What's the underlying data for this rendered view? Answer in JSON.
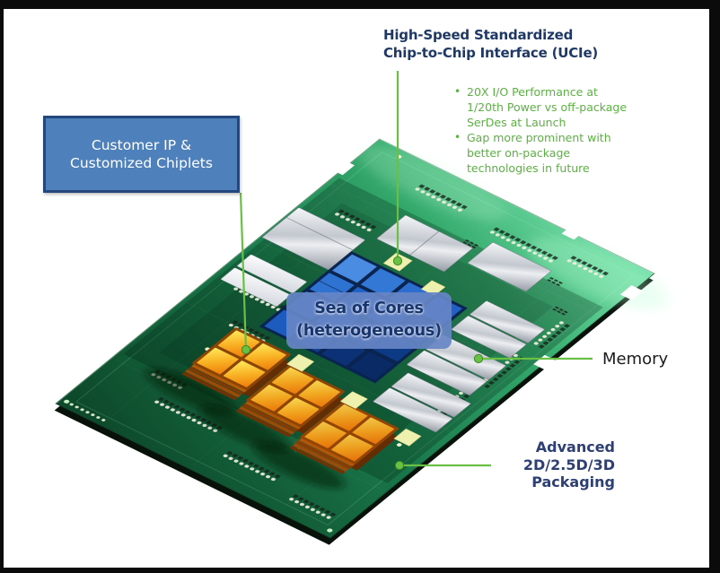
{
  "canvas": {
    "background": "#ffffff",
    "frame_color": "#0b0b0b"
  },
  "callouts": {
    "line_color": "#6abf45",
    "ucie": {
      "title": "High-Speed Standardized\nChip-to-Chip Interface (UCIe)",
      "title_color": "#1f3864",
      "bullet_marker": "•",
      "bullet_color": "#5cb043",
      "bullets": [
        "20X I/O Performance at\n1/20th Power vs off-package\nSerDes at Launch",
        "Gap more prominent with\nbetter on-package\ntechnologies in future"
      ]
    },
    "customer": {
      "label": "Customer IP &\nCustomized Chiplets",
      "box_fill": "#4e80bb",
      "box_border": "#24477e",
      "text_color": "#ffffff"
    },
    "sea_of_cores": {
      "label": "Sea of Cores\n(heterogeneous)",
      "box_fill": "rgba(103,133,198,0.92)",
      "text_color": "#17356e"
    },
    "memory": {
      "label": "Memory",
      "text_color": "#1b1b1b"
    },
    "packaging": {
      "label": "Advanced\n2D/2.5D/3D\nPackaging",
      "text_color": "#2d3f73"
    }
  },
  "package": {
    "substrate_colors": [
      "#74dfa8",
      "#35ab6d",
      "#1b7c4e",
      "#0d4a2b"
    ],
    "components": {
      "core_die_grid": {
        "name": "Sea of Cores die grid",
        "color": "#1e5fc4",
        "tile_grid": "4x4"
      },
      "memory_dies": {
        "name": "Memory chiplets",
        "color": "#c9cdd4"
      },
      "customer_chiplet_stacks": {
        "name": "Customer IP stacked chiplets",
        "color": "#f79413",
        "count": 3
      },
      "ucie_pads": {
        "name": "UCIe interface pads",
        "color": "#eef0ae"
      }
    }
  }
}
